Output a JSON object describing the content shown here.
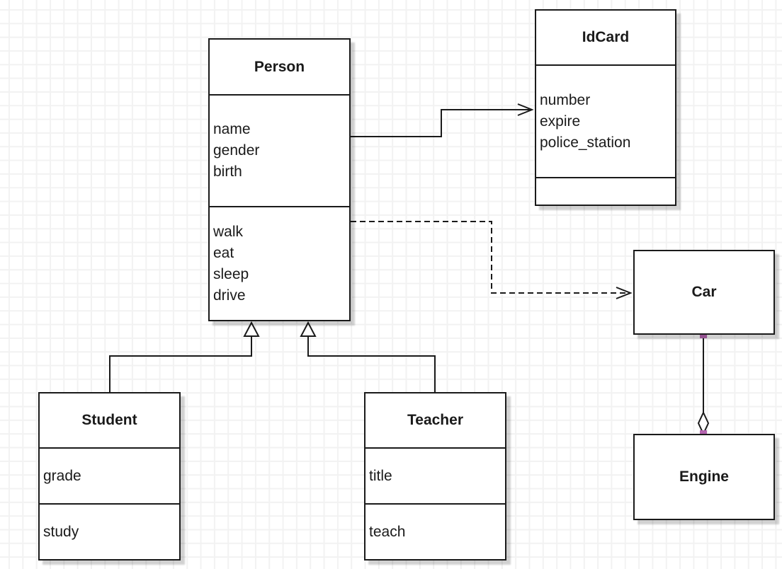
{
  "diagram": {
    "classes": {
      "person": {
        "name": "Person",
        "attributes": [
          "name",
          "gender",
          "birth"
        ],
        "methods": [
          "walk",
          "eat",
          "sleep",
          "drive"
        ]
      },
      "idcard": {
        "name": "IdCard",
        "attributes": [
          "number",
          "expire",
          "police_station"
        ],
        "methods": []
      },
      "car": {
        "name": "Car"
      },
      "engine": {
        "name": "Engine"
      },
      "student": {
        "name": "Student",
        "attributes": [
          "grade"
        ],
        "methods": [
          "study"
        ]
      },
      "teacher": {
        "name": "Teacher",
        "attributes": [
          "title"
        ],
        "methods": [
          "teach"
        ]
      }
    },
    "connections": [
      {
        "type": "association",
        "from": "Person",
        "to": "IdCard",
        "line": "solid",
        "marker": "open-arrow"
      },
      {
        "type": "dependency",
        "from": "Person",
        "to": "Car",
        "line": "dashed",
        "marker": "open-arrow"
      },
      {
        "type": "generalization",
        "from": "Student",
        "to": "Person",
        "line": "solid",
        "marker": "hollow-triangle"
      },
      {
        "type": "generalization",
        "from": "Teacher",
        "to": "Person",
        "line": "solid",
        "marker": "hollow-triangle"
      },
      {
        "type": "aggregation",
        "from": "Car",
        "to": "Engine",
        "line": "solid",
        "marker": "hollow-diamond"
      }
    ],
    "colors": {
      "stroke": "#1a1a1a",
      "fill": "#ffffff",
      "endpoint_handle": "#b464af",
      "grid_line": "#f2f2f2",
      "background": "#ffffff"
    }
  }
}
